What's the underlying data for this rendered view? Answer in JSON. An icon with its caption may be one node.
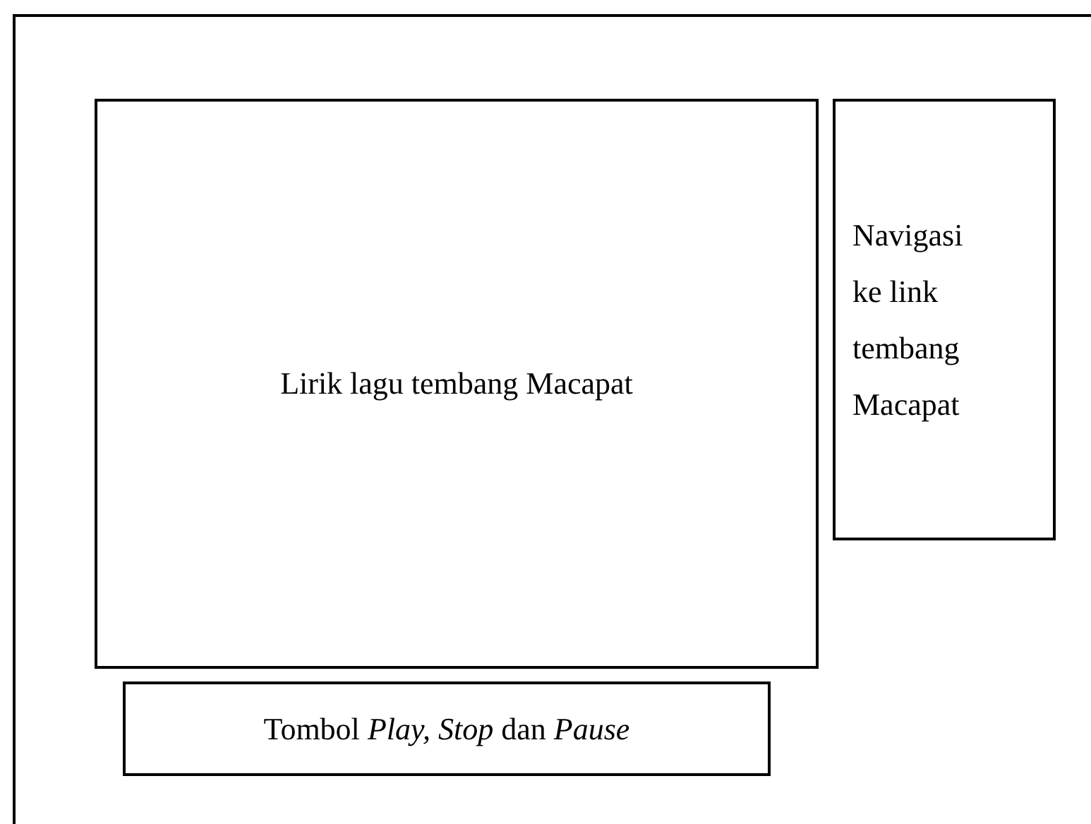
{
  "diagram": {
    "nodes": [
      {
        "text": [],
        "shape": "box"
      },
      {
        "text": [
          "Lirik lagu tembang Macapat"
        ],
        "in": 0
      },
      {
        "text": [
          "Navigasi ke link tembang Macapat"
        ],
        "in": 0
      },
      {
        "text": [
          "Tombol *Play, Stop* dan *Pause*"
        ],
        "in": 0
      }
    ]
  }
}
